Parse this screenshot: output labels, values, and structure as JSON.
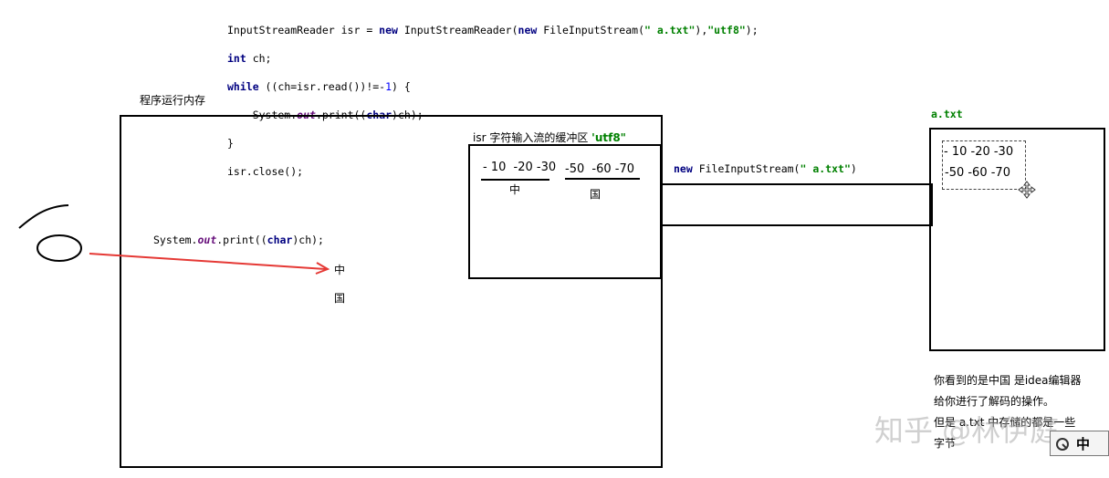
{
  "code": {
    "line1": {
      "a": "InputStreamReader isr = ",
      "new1": "new",
      "b": " InputStreamReader(",
      "new2": "new",
      "c": " FileInputStream(",
      "s1": "\" a.txt\"",
      "d": "),",
      "s2": "\"utf8\"",
      "e": ");"
    },
    "line2": {
      "kw": "int",
      "rest": " ch;"
    },
    "line3": {
      "kw": "while",
      "a": " ((ch=isr.read())!=-",
      "num": "1",
      "b": ") {"
    },
    "line4": {
      "a": "    System.",
      "field": "out",
      "b": ".print((",
      "kw": "char",
      "c": ")ch);"
    },
    "line5": "}",
    "line6": "isr.close();"
  },
  "memory_label": "程序运行内存",
  "print_stmt": {
    "a": "System.",
    "field": "out",
    "b": ".print((",
    "kw": "char",
    "c": ")ch);"
  },
  "output_chars": [
    "中",
    "国"
  ],
  "buffer": {
    "label_prefix": "isr 字符输入流的缓冲区 ",
    "label_charset": "'utf8\"",
    "group1_values": [
      "- 10",
      "-20",
      "-30"
    ],
    "group1_char": "中",
    "group2_values": [
      "-50",
      "-60",
      "-70"
    ],
    "group2_char": "国"
  },
  "stream": {
    "kw": "new",
    "a": " FileInputStream(",
    "str": "\" a.txt\"",
    "b": ")"
  },
  "file": {
    "name": "a.txt",
    "row1": "- 10 -20 -30",
    "row2": "-50 -60 -70"
  },
  "note": {
    "line1": "你看到的是中国 是idea编辑器",
    "line2": "给你进行了解码的操作。",
    "line3": "但是 a.txt 中存储的都是一些",
    "line4": "字节"
  },
  "watermark": "知乎 @林伊庭",
  "corner_char": "中",
  "colors": {
    "keyword": "#000080",
    "string": "#008000",
    "number": "#0000ff",
    "field": "#660e7a",
    "arrow": "#e53935"
  }
}
